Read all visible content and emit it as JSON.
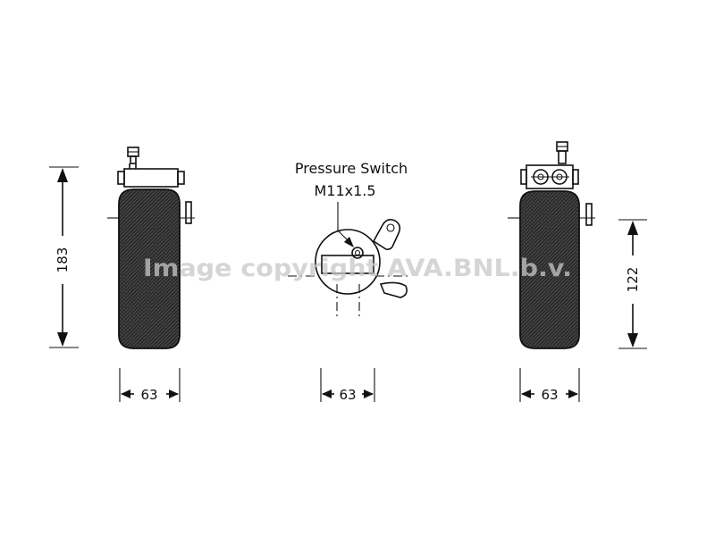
{
  "diagram": {
    "left_view": {
      "height_label": "183",
      "width_label": "63"
    },
    "middle_view": {
      "callout_line1": "Pressure Switch",
      "callout_line2": "M11x1.5",
      "width_label": "63"
    },
    "right_view": {
      "height_label": "122",
      "width_label": "63"
    },
    "watermark": "Image copyright AVA.BNL.b.v."
  },
  "colors": {
    "line": "#111111",
    "body_fill": "#2b2b2b",
    "watermark": "#c8c8c8",
    "background": "#ffffff"
  }
}
